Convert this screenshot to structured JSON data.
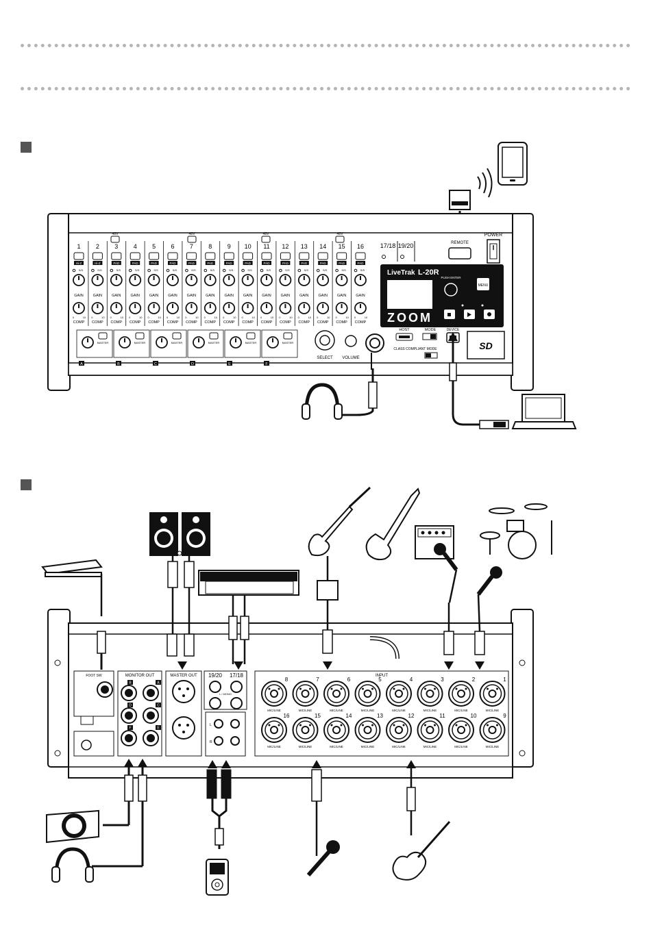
{
  "front": {
    "phantom_label": "48V",
    "channels": [
      "1",
      "2",
      "3",
      "4",
      "5",
      "6",
      "7",
      "8",
      "9",
      "10",
      "11",
      "12",
      "13",
      "14",
      "15",
      "16"
    ],
    "stereo_channels": [
      "17/18",
      "19/20"
    ],
    "strip_button_labels": [
      "Hi-Z",
      "Hi-Z",
      "PAD",
      "PAD",
      "PAD",
      "PAD",
      "PAD",
      "PAD",
      "PAD",
      "PAD",
      "PAD",
      "PAD",
      "PAD",
      "PAD",
      "PAD",
      "PAD"
    ],
    "sig_label": "S/S",
    "gain_label": "GAIN",
    "comp_label": "COMP",
    "comp_scale_min": "0",
    "comp_scale_max": "10",
    "monitor_master_label": "MASTER",
    "monitor_outputs": [
      "A",
      "B",
      "C",
      "D",
      "E",
      "F"
    ],
    "select_label": "SELECT",
    "volume_label": "VOLUME",
    "brand_line": "LiveTrak",
    "model": "L-20R",
    "push_enter_label": "PUSH ENTER",
    "menu_label": "MENU",
    "logo_text": "ZOOM",
    "remote_label": "REMOTE",
    "power_label": "POWER",
    "host_label": "HOST",
    "mode_label": "MODE",
    "class_compliant_label": "CLASS COMPLIANT MODE",
    "device_label": "DEVICE",
    "sd_label": "SD"
  },
  "rear": {
    "input_label": "INPUT",
    "micline_label": "MIC/LINE",
    "inputs_top": [
      "8",
      "7",
      "6",
      "5",
      "4",
      "3",
      "2",
      "1"
    ],
    "inputs_bottom": [
      "16",
      "15",
      "14",
      "13",
      "12",
      "11",
      "10",
      "9"
    ],
    "monitor_out_label": "MONITOR OUT",
    "monitor_letters": [
      "B",
      "A",
      "D",
      "C",
      "F",
      "E"
    ],
    "master_out_label": "MASTER OUT",
    "stereo_in": [
      "19/20",
      "17/18"
    ],
    "lmono_label": "L / MONO",
    "l_label": "L",
    "r_label": "R",
    "footswitch_label": "FOOT SW"
  }
}
